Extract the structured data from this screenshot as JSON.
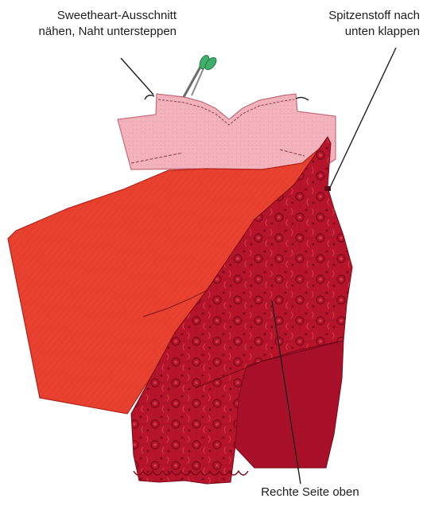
{
  "annotations": {
    "top_left": {
      "line1": "Sweetheart-Ausschnitt",
      "line2": "nähen, Naht untersteppen"
    },
    "top_right": {
      "line1": "Spitzenstoff nach",
      "line2": "unten klappen"
    },
    "bottom": {
      "line1": "Rechte Seite oben"
    }
  },
  "colors": {
    "bodice_pink": "#f2b3bd",
    "bodice_outline": "#c46b7a",
    "lining_red": "#e8412f",
    "lining_outline": "#b3221a",
    "lace_red": "#b5142b",
    "lace_dark": "#8e0c20",
    "skirt_back": "#a8102a",
    "scissors_green": "#3fae6a",
    "leader_line": "#1e1e1e"
  },
  "icons": {
    "tool": "scissors-icon"
  }
}
